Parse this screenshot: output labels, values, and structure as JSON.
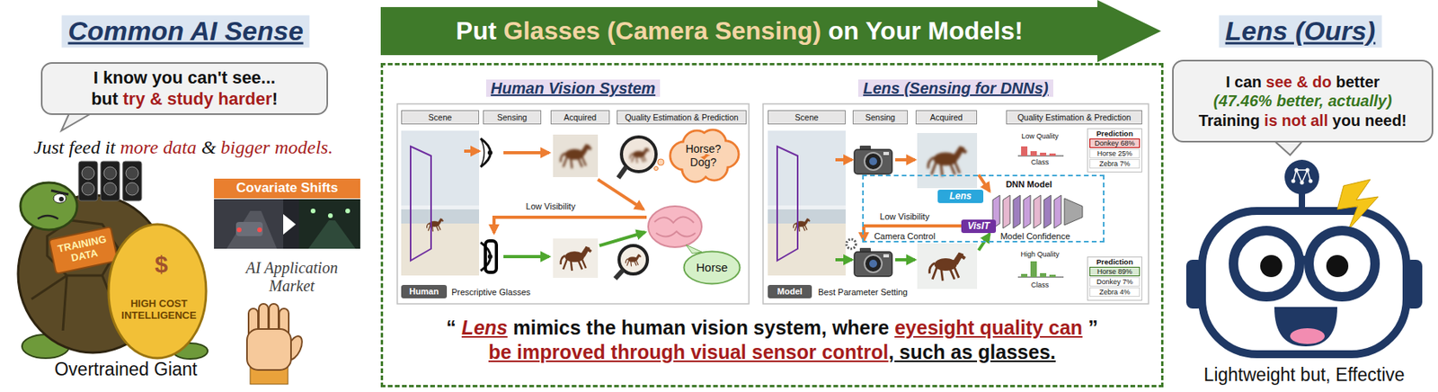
{
  "diagram": {
    "nodes": [
      {
        "text": [
          "I know you can't see...",
          "but",
          "try & study harder",
          "!"
        ]
      },
      {
        "text": [
          "Covariate Shifts"
        ]
      },
      {
        "text": [
          "Put",
          "Glasses (Camera Sensing)",
          "on Your Models!"
        ]
      },
      {
        "text": [
          "“",
          "Lens",
          "mimics the human vision system, where",
          "eyesight quality can",
          "”",
          "be improved through visual sensor control",
          ", such as glasses."
        ]
      },
      {
        "text": [
          "Human Vision System"
        ],
        "in": 3
      },
      {
        "text": [
          "Scene"
        ],
        "in": 4
      },
      {
        "text": [
          "Sensing"
        ],
        "in": 4
      },
      {
        "text": [
          "Acquired"
        ],
        "in": 4
      },
      {
        "text": [
          "Quality Estimation & Prediction"
        ],
        "in": 4
      },
      {
        "text": [
          "Horse? Dog?"
        ],
        "in": 4
      },
      {
        "text": [
          "Horse"
        ],
        "in": 4
      },
      {
        "text": [
          "Human"
        ],
        "in": 4
      },
      {
        "text": [
          "Lens (Sensing for DNNs)"
        ],
        "in": 3
      },
      {
        "text": [
          "Scene"
        ],
        "in": 12
      },
      {
        "text": [
          "Sensing"
        ],
        "in": 12
      },
      {
        "text": [
          "Acquired"
        ],
        "in": 12
      },
      {
        "text": [
          "Quality Estimation & Prediction"
        ],
        "in": 12
      },
      {
        "text": [
          "Prediction"
        ],
        "in": 12
      },
      {
        "text": [
          "Donkey 68%"
        ],
        "in": 17
      },
      {
        "text": [
          "Horse 25%"
        ],
        "in": 17
      },
      {
        "text": [
          "Zebra 7%"
        ],
        "in": 17
      },
      {
        "text": [
          "DNN Model"
        ],
        "in": 12
      },
      {
        "text": [
          "Lens"
        ],
        "in": 21
      },
      {
        "text": [
          "VisIT"
        ],
        "in": 12
      },
      {
        "text": [
          "Prediction"
        ],
        "in": 12
      },
      {
        "text": [
          "Horse 89%"
        ],
        "in": 24
      },
      {
        "text": [
          "Donkey 7%"
        ],
        "in": 24
      },
      {
        "text": [
          "Zebra 4%"
        ],
        "in": 24
      },
      {
        "text": [
          "Model"
        ],
        "in": 12
      },
      {
        "text": [
          "I can",
          "see & do",
          "better",
          "(47.46% better, actually)",
          "Training",
          "is not all",
          "you need!"
        ]
      }
    ],
    "labels": [
      "Common AI Sense",
      "Just feed it",
      "more data",
      "&",
      "bigger models.",
      "TRAINING DATA",
      "$",
      "HIGH COST INTELLIGENCE",
      "AI Application Market",
      "Overtrained Giant",
      "Low Visibility",
      "Prescriptive Glasses",
      "Low Quality",
      "Class",
      "Low Visibility",
      "Camera Control",
      "Model Confidence",
      "High Quality",
      "Class",
      "Best Parameter Setting",
      "Lens (Ours)",
      "Lightweight but, Effective"
    ]
  }
}
